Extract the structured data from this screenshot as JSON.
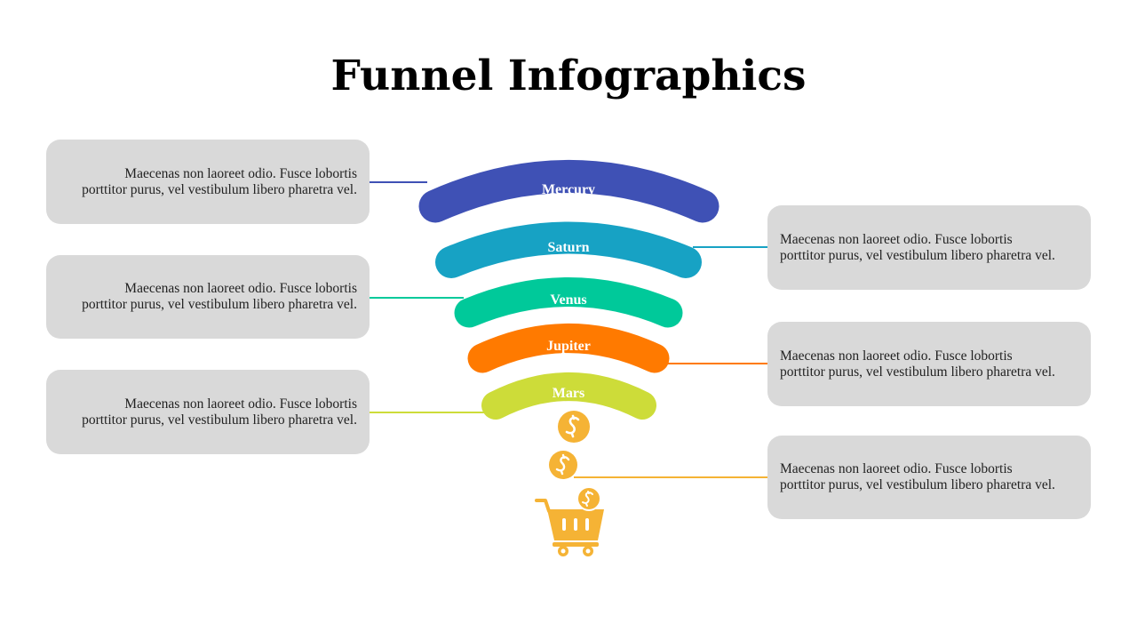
{
  "title": "Funnel Infographics",
  "stages": [
    {
      "label": "Mercury",
      "color": "#3f51b5"
    },
    {
      "label": "Saturn",
      "color": "#17a2c4"
    },
    {
      "label": "Venus",
      "color": "#00c99a"
    },
    {
      "label": "Jupiter",
      "color": "#ff7a00"
    },
    {
      "label": "Mars",
      "color": "#cddc39"
    }
  ],
  "descriptions": [
    {
      "text": "Maecenas non laoreet odio. Fusce lobortis\nporttitor  purus, vel vestibulum libero pharetra vel.",
      "side": "left",
      "color": "#3f51b5"
    },
    {
      "text": "Maecenas non laoreet odio. Fusce lobortis\nporttitor  purus, vel vestibulum libero pharetra vel.",
      "side": "right",
      "color": "#17a2c4"
    },
    {
      "text": "Maecenas non laoreet odio. Fusce lobortis\nporttitor  purus, vel vestibulum libero pharetra vel.",
      "side": "left",
      "color": "#00c99a"
    },
    {
      "text": "Maecenas non laoreet odio. Fusce lobortis\nporttitor  purus, vel vestibulum libero pharetra vel.",
      "side": "right",
      "color": "#ff7a00"
    },
    {
      "text": "Maecenas non laoreet odio. Fusce lobortis\nporttitor  purus, vel vestibulum libero pharetra vel.",
      "side": "left",
      "color": "#cddc39"
    },
    {
      "text": "Maecenas non laoreet odio. Fusce lobortis\nporttitor  purus, vel vestibulum libero pharetra vel.",
      "side": "right",
      "color": "#f5b335"
    }
  ],
  "icons": {
    "coin": "dollar-coin-icon",
    "cart": "shopping-cart-icon",
    "coin_color": "#f5b335"
  }
}
